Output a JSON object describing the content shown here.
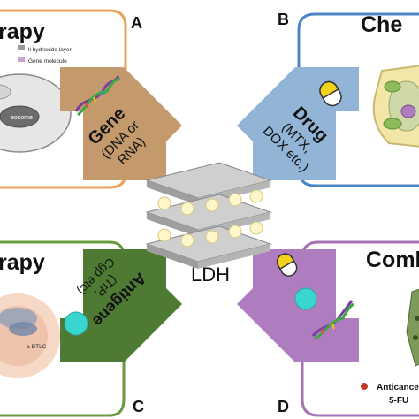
{
  "center": {
    "label": "LDH"
  },
  "panels": {
    "top_left": {
      "letter": "A",
      "title": "rapy",
      "legend": [
        "ll hydroxide layer",
        "Gene molecule"
      ],
      "cell_label": "eosome",
      "border_color": "#e8a35a"
    },
    "top_right": {
      "letter": "B",
      "title": "Che",
      "border_color": "#4a86c5"
    },
    "bottom_left": {
      "letter": "C",
      "title": "rapy",
      "cell_label": "a-BTLC",
      "border_color": "#6a9a3e"
    },
    "bottom_right": {
      "letter": "D",
      "title": "Comb",
      "legend": [
        "Anticance",
        "5-FU"
      ],
      "border_color": "#a772b4"
    }
  },
  "arrows": {
    "gene": {
      "title": "Gene",
      "sub": [
        "(DNA or",
        "RNA)"
      ],
      "color": "#c49a6c"
    },
    "drug": {
      "title": "Drug",
      "sub": [
        "(MTX,",
        "DOX etc.)"
      ],
      "color": "#92b4d6"
    },
    "antigen": {
      "title": "Antigene",
      "sub": [
        "(TrP,",
        "Cgp etc)"
      ],
      "color": "#4e7a34"
    },
    "combo": {
      "color": "#b07cc0"
    }
  }
}
